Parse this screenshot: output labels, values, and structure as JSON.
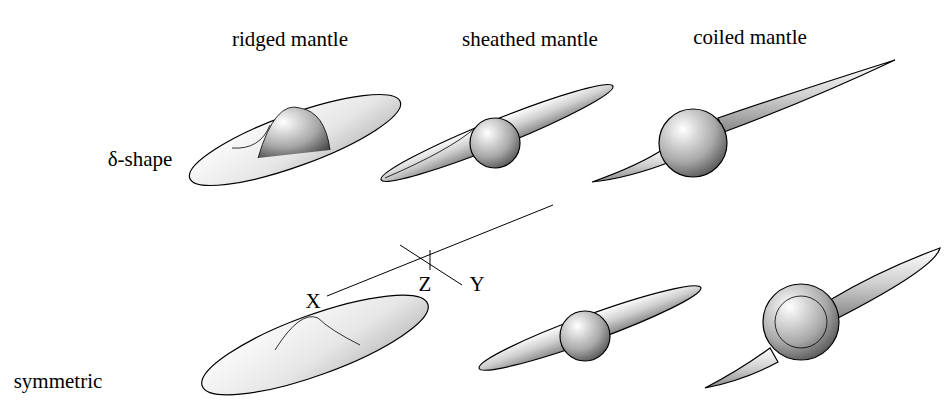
{
  "diagram": {
    "labels": [
      "ridged mantle",
      "sheathed mantle",
      "coiled mantle",
      "δ-shape",
      "X",
      "Z",
      "Y",
      "symmetric"
    ]
  }
}
